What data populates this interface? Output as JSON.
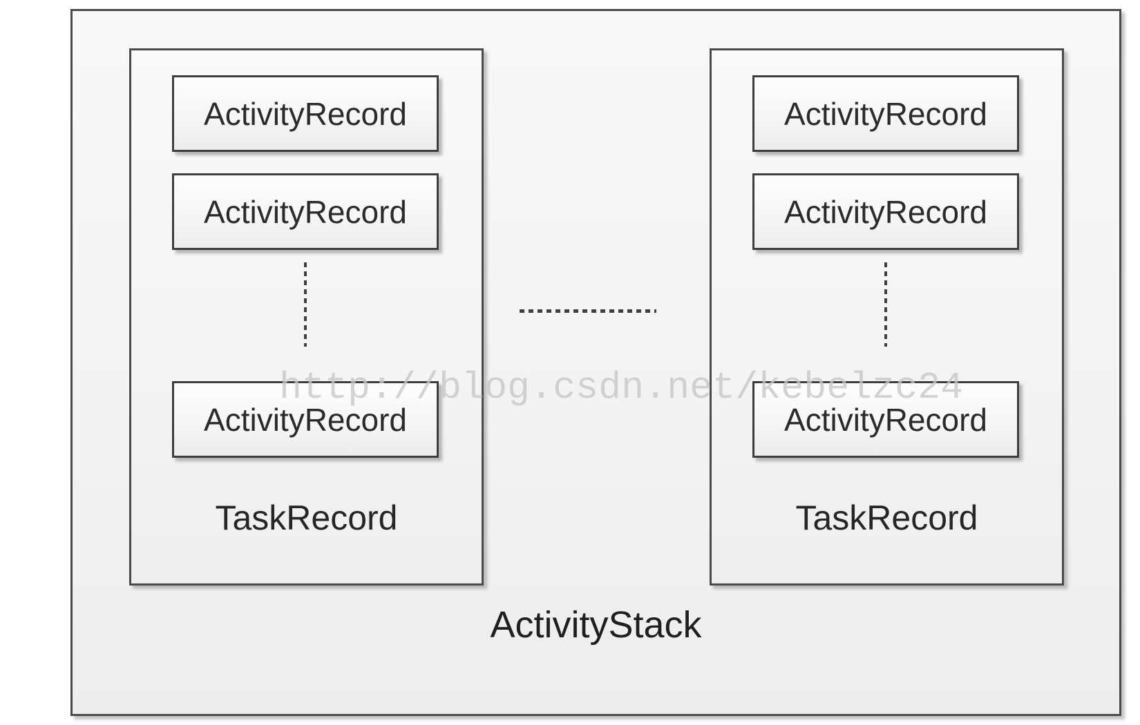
{
  "diagram": {
    "outer_label": "ActivityStack",
    "watermark": "http://blog.csdn.net/kebelzc24",
    "tasks": [
      {
        "label": "TaskRecord",
        "activities": [
          "ActivityRecord",
          "ActivityRecord",
          "ActivityRecord"
        ]
      },
      {
        "label": "TaskRecord",
        "activities": [
          "ActivityRecord",
          "ActivityRecord",
          "ActivityRecord"
        ]
      }
    ],
    "colors": {
      "box_border": "#4a4a4a",
      "text": "#2b2b2b",
      "box_fill": "#f5f5f5",
      "watermark": "#c7c7c7"
    }
  }
}
